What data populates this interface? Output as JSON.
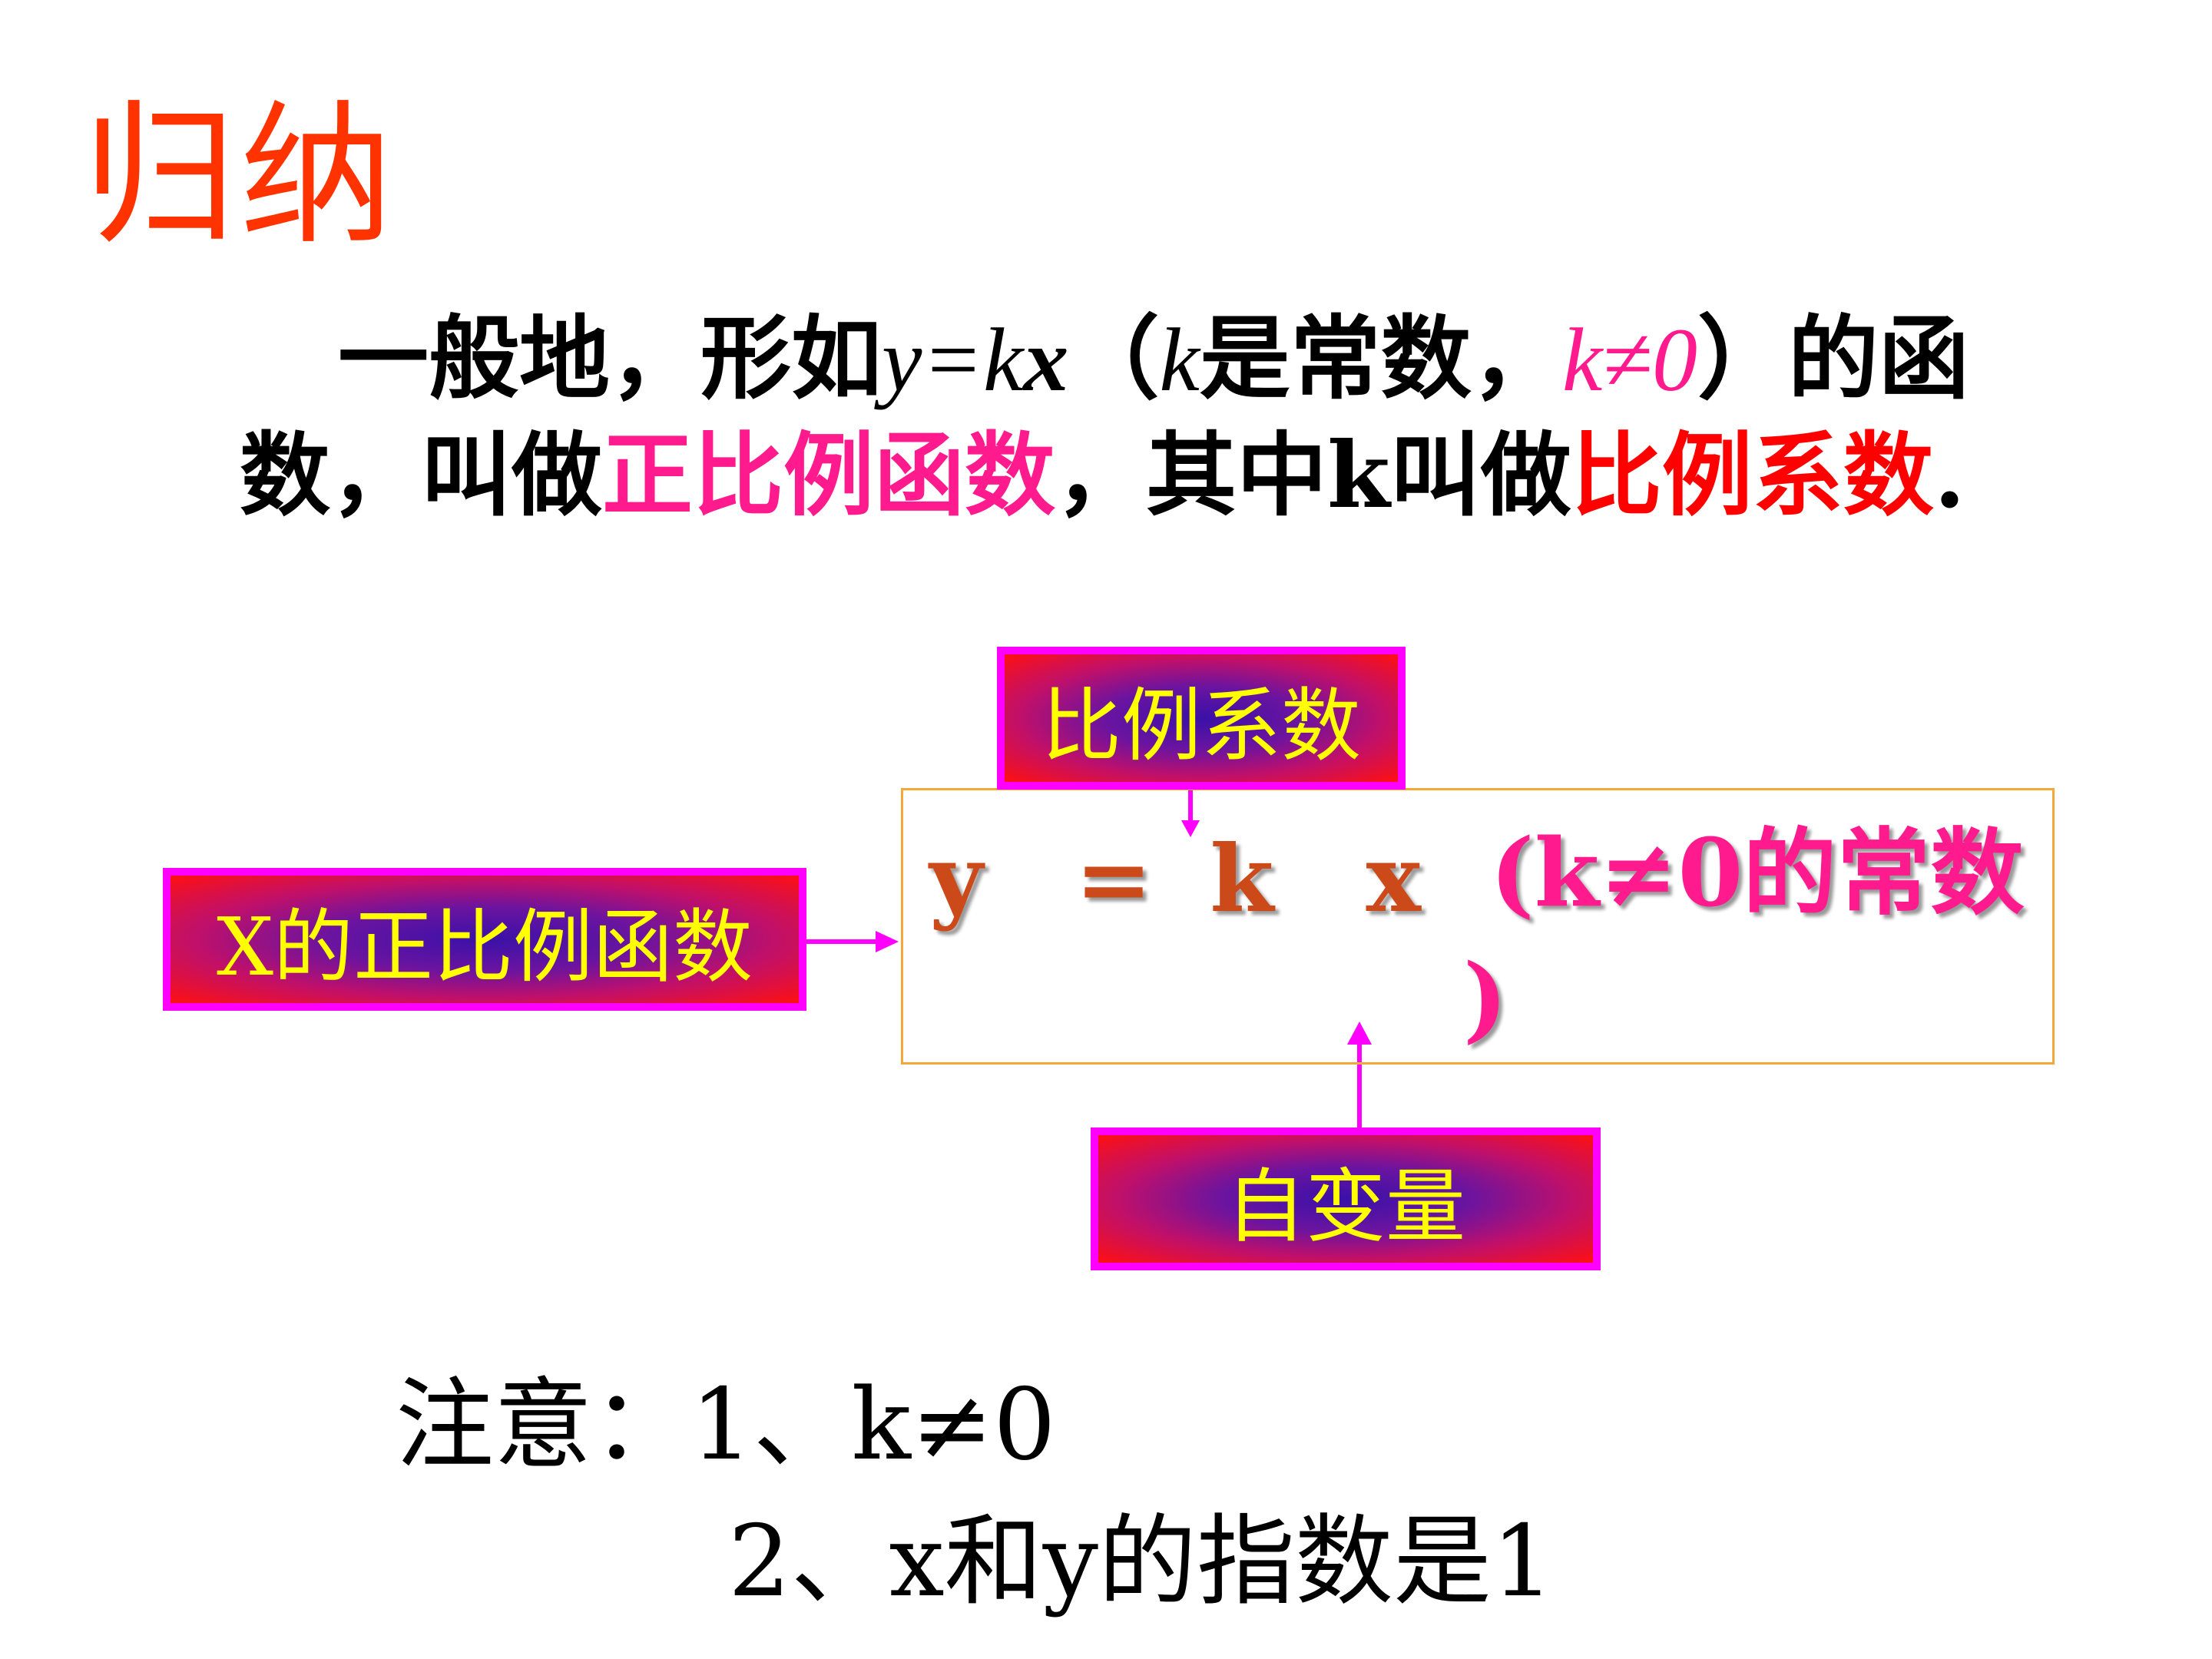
{
  "title": "归纳",
  "definition": {
    "l1_a": "一般地，形如",
    "l1_y": "y",
    "l1_eq": "=",
    "l1_k": "k",
    "l1_x": "x",
    "l1_b": "（",
    "l1_k2": "k",
    "l1_c": "是常数，",
    "l1_cond": "k≠0",
    "l1_d": "）的函",
    "l2_a": "数，叫做",
    "l2_term1": "正比例函数",
    "l2_b": "，其中k叫做",
    "l2_term2": "比例系数",
    "l2_c": "."
  },
  "diagram": {
    "label_coefficient": "比例系数",
    "label_function": "X的正比例函数",
    "label_variable": "自变量",
    "eq_y": "y",
    "eq_equals": "=",
    "eq_k": "k",
    "eq_x": "x",
    "eq_condition": "(k≠0的常数",
    "eq_close": ")"
  },
  "notes": {
    "line1": "注意：1、k≠0",
    "line2": "2、x和y的指数是1"
  },
  "colors": {
    "title": "#ff3300",
    "pink": "#ff1b8d",
    "red": "#ff0000",
    "box_border": "#ff00ff",
    "label_text": "#ffff00",
    "eq_main": "#cc4a1a",
    "eq_frame": "#f4a83a"
  }
}
